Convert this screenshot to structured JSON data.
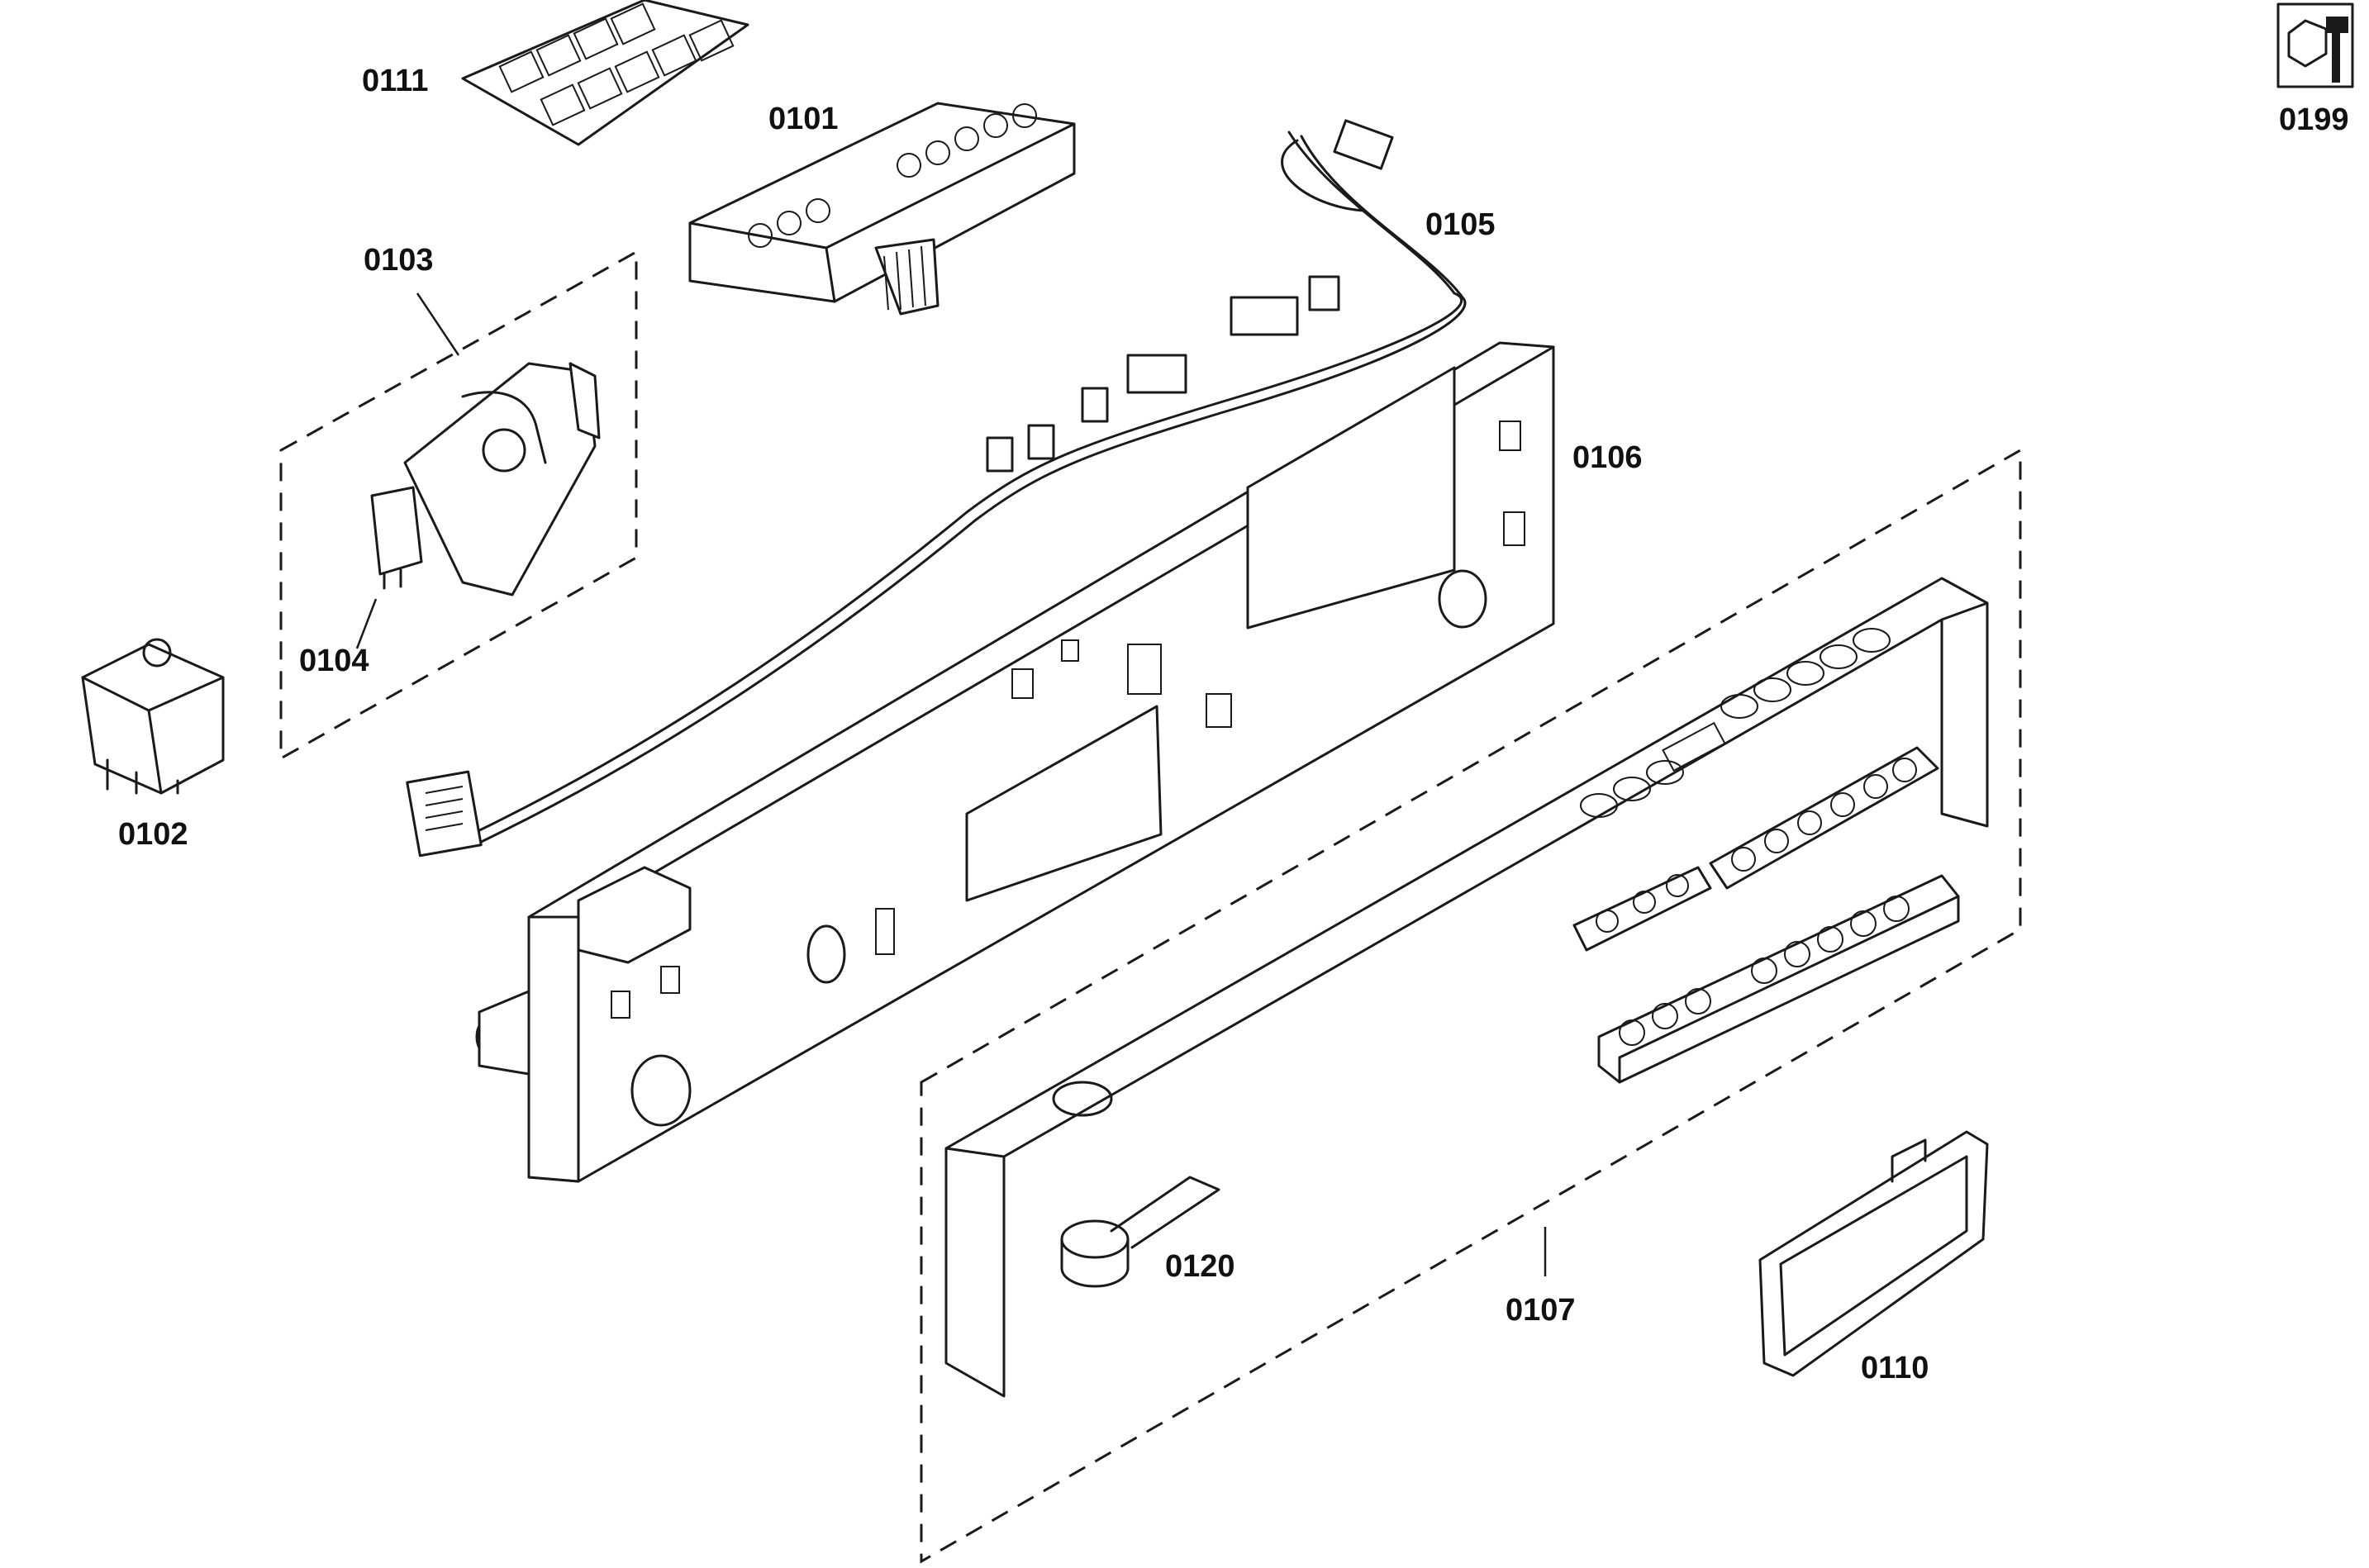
{
  "labels": {
    "p0111": "0111",
    "p0101": "0101",
    "p0103": "0103",
    "p0105": "0105",
    "p0106": "0106",
    "p0104": "0104",
    "p0102": "0102",
    "p0120": "0120",
    "p0107": "0107",
    "p0110": "0110",
    "p0199": "0199"
  },
  "icons": {
    "service-kit": "wrench-nut-icon"
  }
}
